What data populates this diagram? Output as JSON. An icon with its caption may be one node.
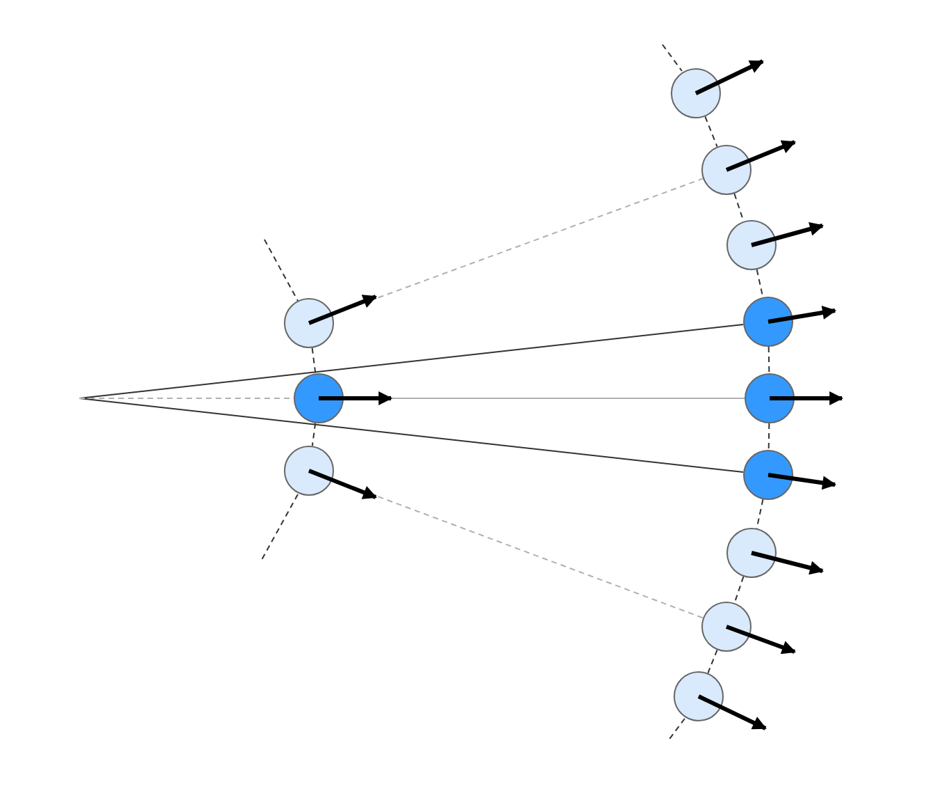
{
  "diagram": {
    "nodes": [
      {
        "text": [],
        "shape": "circle"
      },
      {
        "text": [],
        "shape": "circle"
      },
      {
        "text": [],
        "shape": "circle"
      },
      {
        "text": [],
        "shape": "circle"
      },
      {
        "text": [],
        "shape": "circle"
      },
      {
        "text": [],
        "shape": "circle"
      },
      {
        "text": [],
        "shape": "circle"
      },
      {
        "text": [],
        "shape": "circle"
      },
      {
        "text": [],
        "shape": "circle"
      },
      {
        "text": [],
        "shape": "circle"
      },
      {
        "text": [],
        "shape": "circle"
      },
      {
        "text": [],
        "shape": "circle"
      }
    ],
    "edges": [
      {
        "from": null,
        "to": 6,
        "arrow": "none"
      },
      {
        "from": null,
        "to": 8,
        "arrow": "none"
      },
      {
        "from": null,
        "to": 1,
        "arrow": "none",
        "style": "dashed",
        "color": "#b0b0b0"
      },
      {
        "from": 1,
        "to": 7,
        "arrow": "none",
        "color": "#b0b0b0"
      },
      {
        "from": 0,
        "to": 4,
        "arrow": "none",
        "style": "dashed",
        "color": "#b0b0b0"
      },
      {
        "from": 2,
        "to": 10,
        "arrow": "none",
        "style": "dashed",
        "color": "#b0b0b0"
      },
      {
        "from": 0,
        "to": 1,
        "arrow": "none",
        "style": "dashed"
      },
      {
        "from": 1,
        "to": 2,
        "arrow": "none",
        "style": "dashed"
      },
      {
        "from": 3,
        "to": 4,
        "arrow": "none",
        "style": "dashed"
      },
      {
        "from": 4,
        "to": 5,
        "arrow": "none",
        "style": "dashed"
      },
      {
        "from": 5,
        "to": 6,
        "arrow": "none",
        "style": "dashed"
      },
      {
        "from": 6,
        "to": 7,
        "arrow": "none",
        "style": "dashed"
      },
      {
        "from": 7,
        "to": 8,
        "arrow": "none",
        "style": "dashed"
      },
      {
        "from": 8,
        "to": 9,
        "arrow": "none",
        "style": "dashed"
      },
      {
        "from": 9,
        "to": 10,
        "arrow": "none",
        "style": "dashed"
      },
      {
        "from": 10,
        "to": 11,
        "arrow": "none",
        "style": "dashed"
      }
    ]
  }
}
